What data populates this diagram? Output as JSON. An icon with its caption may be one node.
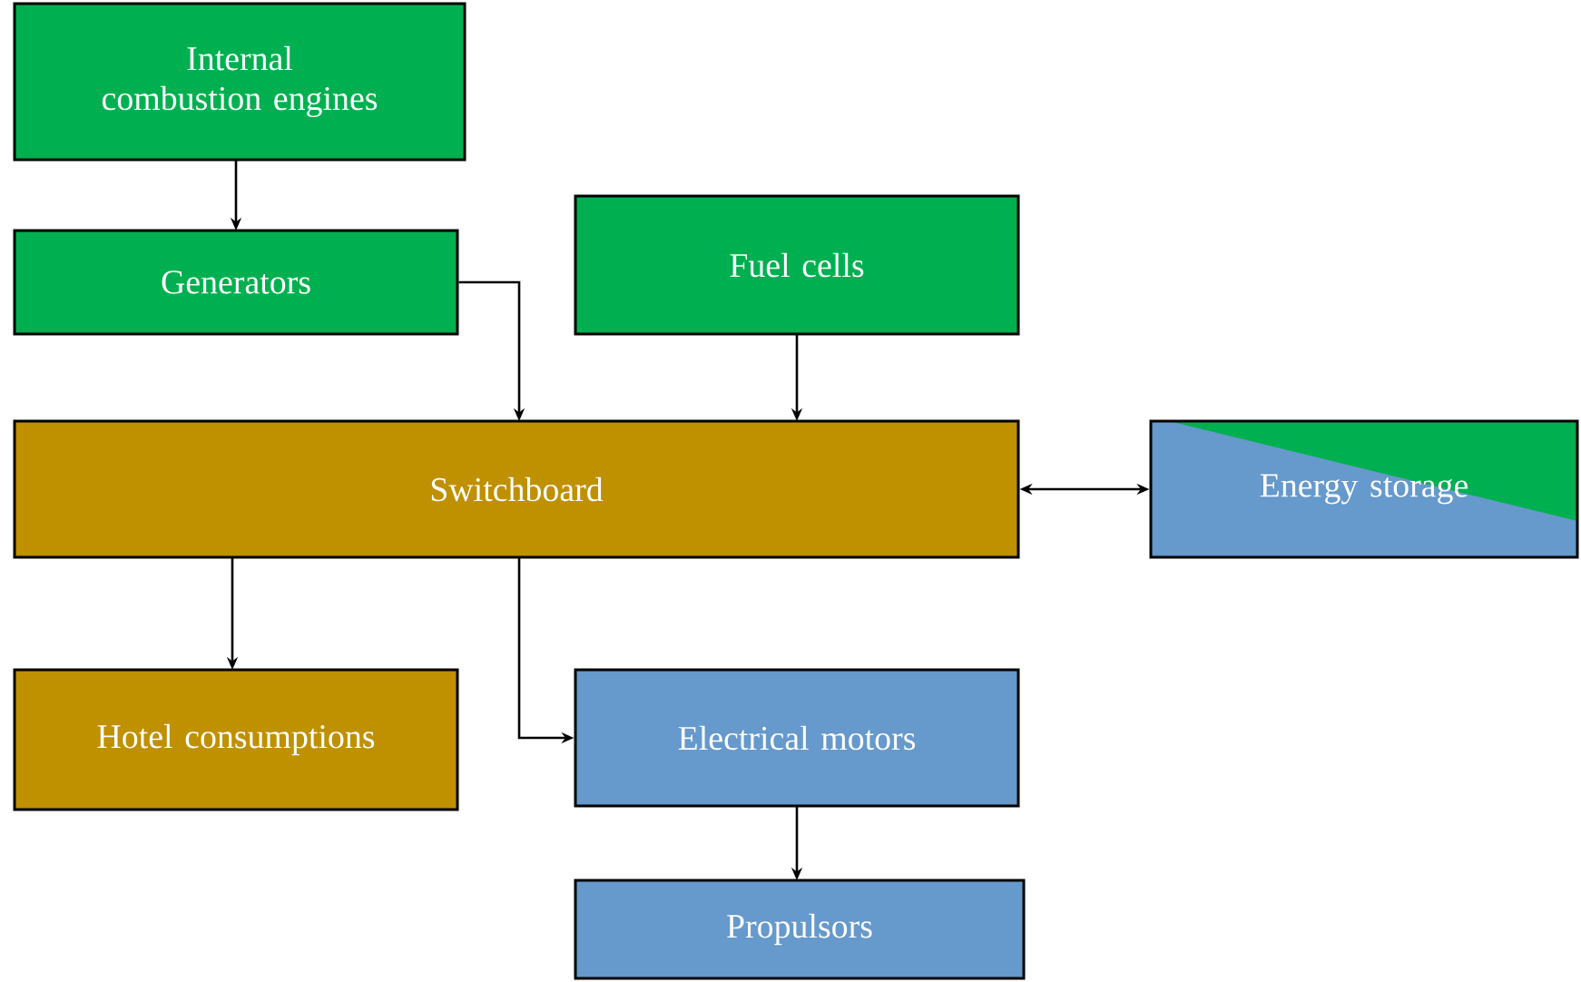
{
  "diagram": {
    "nodes": [
      {
        "text": [
          "Internal combustion engines"
        ]
      },
      {
        "text": [
          "Generators"
        ]
      },
      {
        "text": [
          "Fuel cells"
        ]
      },
      {
        "text": [
          "Switchboard"
        ]
      },
      {
        "text": [
          "Energy storage"
        ]
      },
      {
        "text": [
          "Hotel consumptions"
        ]
      },
      {
        "text": [
          "Electrical motors"
        ]
      },
      {
        "text": [
          "Propulsors"
        ]
      }
    ],
    "edges": [
      {
        "from": 0,
        "to": 1,
        "arrow": "to"
      },
      {
        "from": 1,
        "to": 3,
        "arrow": "to"
      },
      {
        "from": 2,
        "to": 3,
        "arrow": "to"
      },
      {
        "from": 3,
        "to": 4,
        "arrow": "both"
      },
      {
        "from": 3,
        "to": 5,
        "arrow": "to"
      },
      {
        "from": 3,
        "to": 6,
        "arrow": "to"
      },
      {
        "from": 6,
        "to": 7,
        "arrow": "to"
      }
    ]
  }
}
